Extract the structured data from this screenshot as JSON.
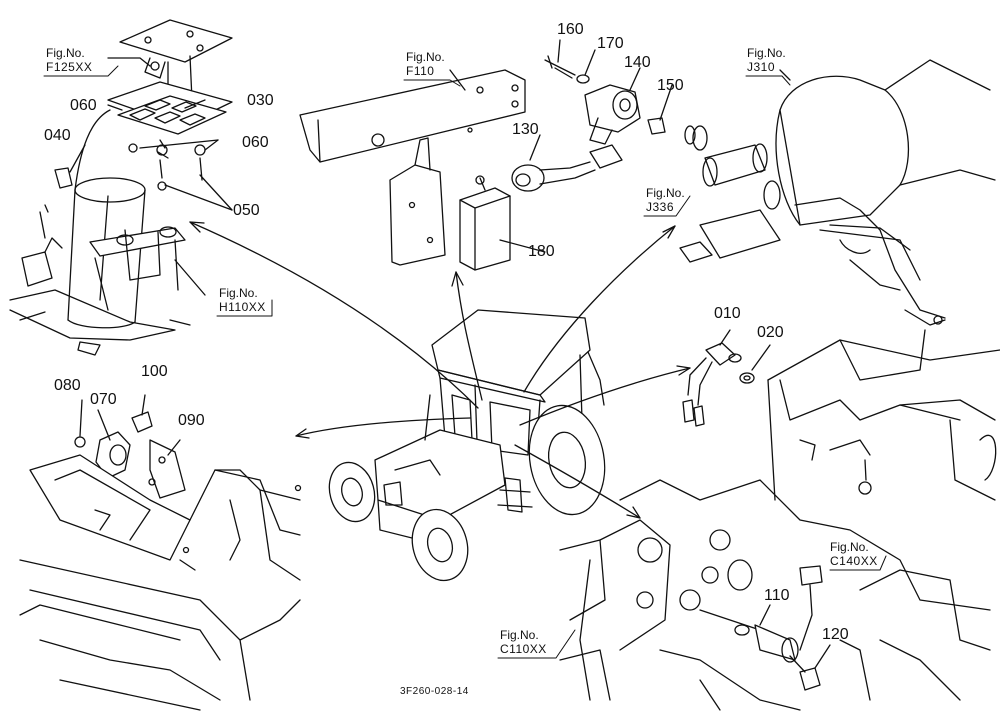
{
  "part_labels": {
    "p160": "160",
    "p170": "170",
    "p140": "140",
    "p150": "150",
    "p130": "130",
    "p180": "180",
    "p060a": "060",
    "p030": "030",
    "p040": "040",
    "p060b": "060",
    "p050": "050",
    "p010": "010",
    "p020": "020",
    "p080": "080",
    "p100": "100",
    "p070": "070",
    "p090": "090",
    "p110": "110",
    "p120": "120"
  },
  "fig_refs": {
    "f125": {
      "prefix": "Fig.No.",
      "code": "F125XX"
    },
    "f110": {
      "prefix": "Fig.No.",
      "code": "F110"
    },
    "j310": {
      "prefix": "Fig.No.",
      "code": "J310"
    },
    "j336": {
      "prefix": "Fig.No.",
      "code": "J336"
    },
    "h110": {
      "prefix": "Fig.No.",
      "code": "H110XX"
    },
    "c140": {
      "prefix": "Fig.No.",
      "code": "C140XX"
    },
    "c110": {
      "prefix": "Fig.No.",
      "code": "C110XX"
    }
  },
  "footer_code": "3F260-028-14",
  "colors": {
    "line": "#111111",
    "background": "#ffffff"
  }
}
